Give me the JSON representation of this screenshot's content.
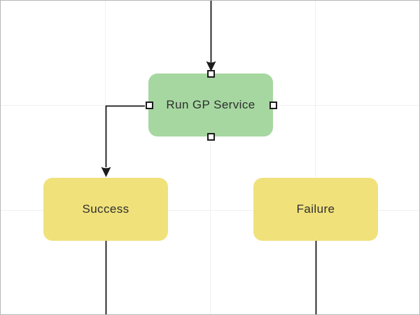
{
  "canvas": {
    "background_color": "#ffffff",
    "grid_color": "#f0f0f0",
    "border_color": "#b7b7b7",
    "connector_color": "#1c1c1c"
  },
  "nodes": {
    "run_gp_service": {
      "label": "Run GP Service",
      "fill": "#a6d7a0",
      "text_color": "#2f2f2f",
      "selected": true
    },
    "success": {
      "label": "Success",
      "fill": "#f0e17b",
      "text_color": "#2f2f2f",
      "selected": false
    },
    "failure": {
      "label": "Failure",
      "fill": "#f0e17b",
      "text_color": "#2f2f2f",
      "selected": false
    }
  },
  "handles": {
    "fill": "#ffffff",
    "border_color": "#1c1c1c",
    "positions": [
      "top",
      "bottom",
      "left",
      "right"
    ]
  },
  "connectors": [
    {
      "from": "canvas-top-edge",
      "to": "run_gp_service",
      "arrow": true
    },
    {
      "from": "run_gp_service",
      "to": "success",
      "arrow": true
    },
    {
      "from": "success",
      "to": "canvas-bottom-edge",
      "arrow": false
    },
    {
      "from": "failure",
      "to": "canvas-bottom-edge",
      "arrow": false
    }
  ]
}
